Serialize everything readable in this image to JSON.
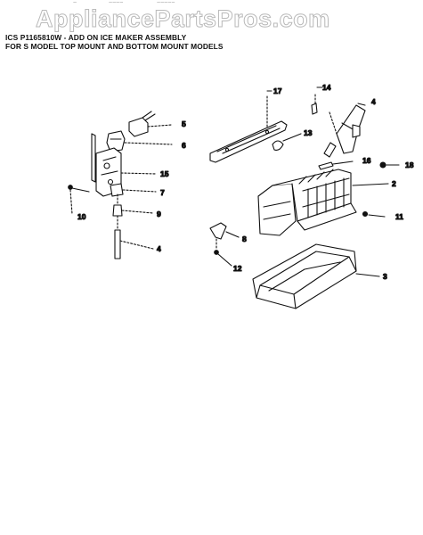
{
  "watermark": "AppliancePartsPros.com",
  "header_stubs": [
    "~",
    "~~~~",
    "~~~~~"
  ],
  "title_lines": [
    "ICS P1165810W - ADD ON ICE MAKER ASSEMBLY",
    "FOR S MODEL TOP MOUNT AND BOTTOM MOUNT MODELS"
  ],
  "callouts": {
    "c5": "5",
    "c6": "6",
    "c15": "15",
    "c7": "7",
    "c9": "9",
    "c4a": "4",
    "c10a": "10",
    "c17": "17",
    "c14": "14",
    "c4b": "4",
    "c13": "13",
    "c16": "16",
    "c18": "18",
    "c2": "2",
    "c11": "11",
    "c8": "8",
    "c12": "12",
    "c3": "3"
  }
}
